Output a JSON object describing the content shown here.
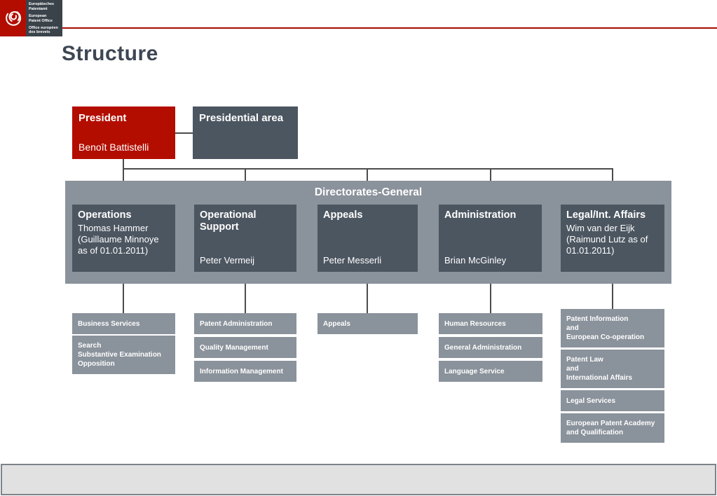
{
  "slide": {
    "title": "Structure"
  },
  "logo": {
    "icon": "epo-spiral-icon",
    "text_de": "Europäisches\nPatentamt",
    "text_en": "European\nPatent Office",
    "text_fr": "Office européen\ndes brevets"
  },
  "colors": {
    "accent_red": "#b30d00",
    "dark_slate": "#4c5661",
    "band_gray": "#8a929b",
    "title_text": "#3d4653",
    "connector": "#4c4c4c",
    "footer_gray": "#e1e1e1"
  },
  "org": {
    "president": {
      "role": "President",
      "name": "Benoît Battistelli"
    },
    "presidential_area": "Presidential area",
    "band_title": "Directorates-General",
    "directorates": [
      {
        "title": "Operations",
        "person": "Thomas Hammer\n(Guillaume Minnoye as of 01.01.2011)"
      },
      {
        "title": "Operational Support",
        "person": "Peter Vermeij"
      },
      {
        "title": "Appeals",
        "person": "Peter Messerli"
      },
      {
        "title": "Administration",
        "person": "Brian McGinley"
      },
      {
        "title": "Legal/Int. Affairs",
        "person": "Wim van der Eijk\n(Raimund Lutz as of 01.01.2011)"
      }
    ],
    "units": [
      [
        "Business Services",
        "Search\nSubstantive Examination\nOpposition"
      ],
      [
        "Patent Administration",
        "Quality Management",
        "Information Management"
      ],
      [
        "Appeals"
      ],
      [
        "Human Resources",
        "General Administration",
        "Language Service"
      ],
      [
        "Patent Information\nand\nEuropean Co-operation",
        "Patent Law\nand\nInternational Affairs",
        "Legal Services",
        "European Patent Academy\nand Qualification"
      ]
    ]
  }
}
